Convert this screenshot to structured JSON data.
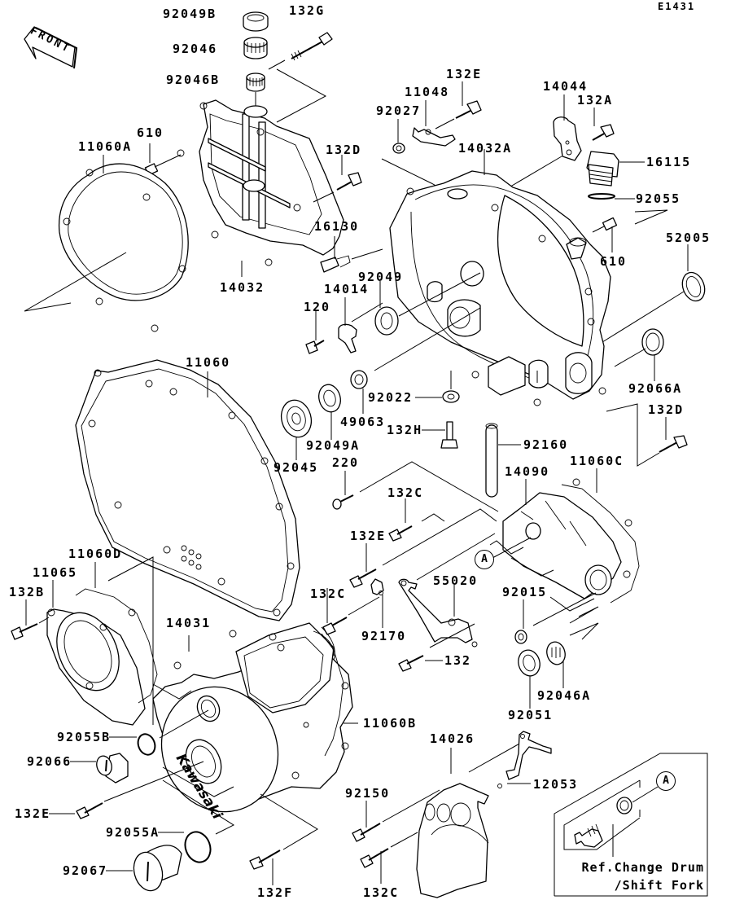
{
  "diagram": {
    "code": "E1431",
    "front_label": "FRONT",
    "callout_letter": "A",
    "reference_note": [
      "Ref.Change Drum",
      "/Shift Fork"
    ],
    "brand_mark": "Kawasaki"
  },
  "parts": [
    {
      "id": "92049B",
      "label": "92049B"
    },
    {
      "id": "132G",
      "label": "132G"
    },
    {
      "id": "92046",
      "label": "92046"
    },
    {
      "id": "92046B",
      "label": "92046B"
    },
    {
      "id": "610-a",
      "label": "610"
    },
    {
      "id": "11060A",
      "label": "11060A"
    },
    {
      "id": "132D-a",
      "label": "132D"
    },
    {
      "id": "14032",
      "label": "14032"
    },
    {
      "id": "132E-a",
      "label": "132E"
    },
    {
      "id": "11048",
      "label": "11048"
    },
    {
      "id": "92027",
      "label": "92027"
    },
    {
      "id": "14044",
      "label": "14044"
    },
    {
      "id": "132A",
      "label": "132A"
    },
    {
      "id": "14032A",
      "label": "14032A"
    },
    {
      "id": "16115",
      "label": "16115"
    },
    {
      "id": "92055",
      "label": "92055"
    },
    {
      "id": "610-b",
      "label": "610"
    },
    {
      "id": "52005",
      "label": "52005"
    },
    {
      "id": "16130",
      "label": "16130"
    },
    {
      "id": "92049",
      "label": "92049"
    },
    {
      "id": "14014",
      "label": "14014"
    },
    {
      "id": "120",
      "label": "120"
    },
    {
      "id": "92066A",
      "label": "92066A"
    },
    {
      "id": "11060",
      "label": "11060"
    },
    {
      "id": "92022",
      "label": "92022"
    },
    {
      "id": "49063",
      "label": "49063"
    },
    {
      "id": "132H",
      "label": "132H"
    },
    {
      "id": "92160",
      "label": "92160"
    },
    {
      "id": "132D-b",
      "label": "132D"
    },
    {
      "id": "92045",
      "label": "92045"
    },
    {
      "id": "92049A",
      "label": "92049A"
    },
    {
      "id": "220",
      "label": "220"
    },
    {
      "id": "14090",
      "label": "14090"
    },
    {
      "id": "11060C",
      "label": "11060C"
    },
    {
      "id": "132C-a",
      "label": "132C"
    },
    {
      "id": "132E-b",
      "label": "132E"
    },
    {
      "id": "11060D",
      "label": "11060D"
    },
    {
      "id": "11065",
      "label": "11065"
    },
    {
      "id": "132B",
      "label": "132B"
    },
    {
      "id": "55020",
      "label": "55020"
    },
    {
      "id": "92015",
      "label": "92015"
    },
    {
      "id": "132C-b",
      "label": "132C"
    },
    {
      "id": "14031",
      "label": "14031"
    },
    {
      "id": "92170",
      "label": "92170"
    },
    {
      "id": "132",
      "label": "132"
    },
    {
      "id": "92046A",
      "label": "92046A"
    },
    {
      "id": "92051",
      "label": "92051"
    },
    {
      "id": "11060B",
      "label": "11060B"
    },
    {
      "id": "92055B",
      "label": "92055B"
    },
    {
      "id": "92066",
      "label": "92066"
    },
    {
      "id": "14026",
      "label": "14026"
    },
    {
      "id": "12053",
      "label": "12053"
    },
    {
      "id": "92150",
      "label": "92150"
    },
    {
      "id": "132E-c",
      "label": "132E"
    },
    {
      "id": "92055A",
      "label": "92055A"
    },
    {
      "id": "92067",
      "label": "92067"
    },
    {
      "id": "132F",
      "label": "132F"
    },
    {
      "id": "132C-c",
      "label": "132C"
    }
  ]
}
